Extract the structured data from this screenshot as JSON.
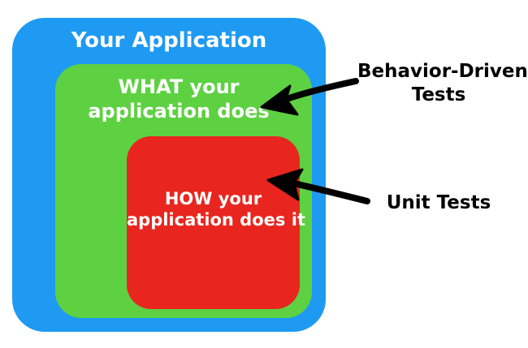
{
  "diagram": {
    "outer": {
      "label": "Your Application",
      "color": "#1E9AF2"
    },
    "middle": {
      "label_line1": "WHAT your",
      "label_line2": "application does",
      "color": "#5DD142"
    },
    "inner": {
      "label_line1": "HOW your",
      "label_line2": "application does it",
      "color": "#E8261F"
    }
  },
  "callouts": {
    "bdd": {
      "line1": "Behavior-Driven",
      "line2": "Tests",
      "arrow_icon": "arrow-left-icon"
    },
    "unit": {
      "label": "Unit Tests",
      "arrow_icon": "arrow-left-icon"
    }
  }
}
